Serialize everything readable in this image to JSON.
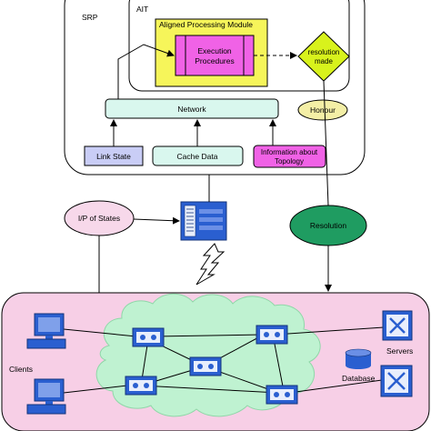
{
  "labels": {
    "srp": "SRP",
    "ait": "AIT",
    "aligned_module": "Aligned Processing Module",
    "execution_line1": "Execution",
    "execution_line2": "Procedures",
    "resolution_made_line1": "resolution",
    "resolution_made_line2": "made",
    "network": "Network",
    "honour": "Honour",
    "link_state": "Link State",
    "cache_data": "Cache Data",
    "info_line1": "Information about",
    "info_line2": "Topology",
    "ip_states": "I/P of States",
    "resolution": "Resolution",
    "clients": "Clients",
    "database": "Database",
    "servers": "Servers"
  },
  "colors": {
    "mint_box": "#d9f7ee",
    "yellow_box": "#f6f55a",
    "magenta_box": "#f062e6",
    "blue_box": "#c9cdf6",
    "honour_fill": "#f4efa6",
    "ip_fill": "#f7d8ea",
    "resolution_fill": "#1f9c61",
    "cloud_fill": "#bff2d1",
    "pink_area": "#f7cfe6",
    "device_blue": "#2a5fd0"
  }
}
